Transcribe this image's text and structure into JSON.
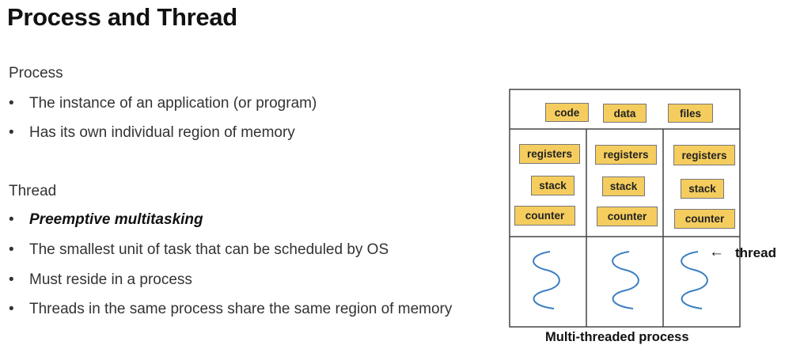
{
  "title": "Process and Thread",
  "process_section": {
    "label": "Process",
    "bullets": [
      "The instance of an application (or program)",
      "Has its own individual region of memory"
    ]
  },
  "thread_section": {
    "label": "Thread",
    "bullets": [
      "Preemptive multitasking",
      "The smallest unit of task that can be scheduled by OS",
      "Must reside in a process",
      "Threads in the same process share the same region of memory"
    ]
  },
  "bullet_char": "•",
  "diagram": {
    "shared": [
      "code",
      "data",
      "files"
    ],
    "per_thread": [
      "registers",
      "stack",
      "counter"
    ],
    "thread_label": "thread",
    "arrow_glyph": "←",
    "caption": "Multi-threaded process",
    "box_color": "#f5cd5e",
    "thread_line_color": "#3a7fc1"
  }
}
